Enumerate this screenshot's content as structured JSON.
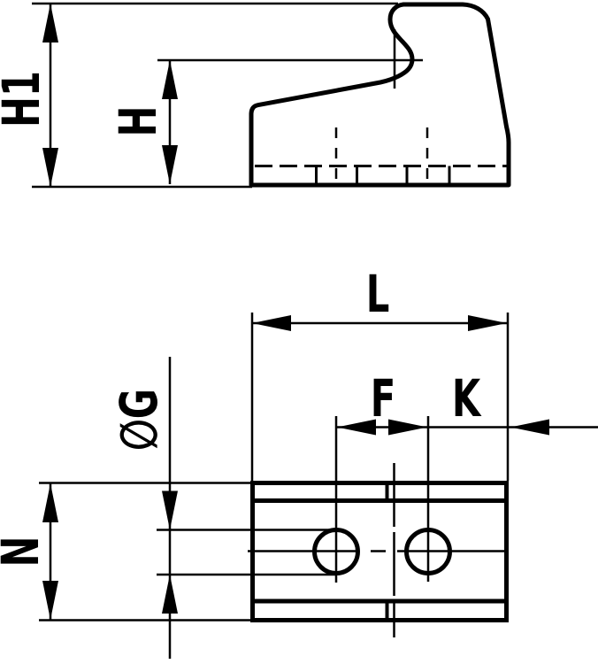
{
  "page": {
    "background": "#ffffff",
    "ink": "#000000",
    "type": "technical-drawing"
  },
  "side_view": {
    "dimensions": {
      "h1": "H1",
      "h": "H"
    }
  },
  "plan_view": {
    "dimensions": {
      "l": "L",
      "f": "F",
      "k": "K",
      "diameter_g": "∅G",
      "n": "N"
    },
    "holes": {
      "count": 2
    }
  }
}
